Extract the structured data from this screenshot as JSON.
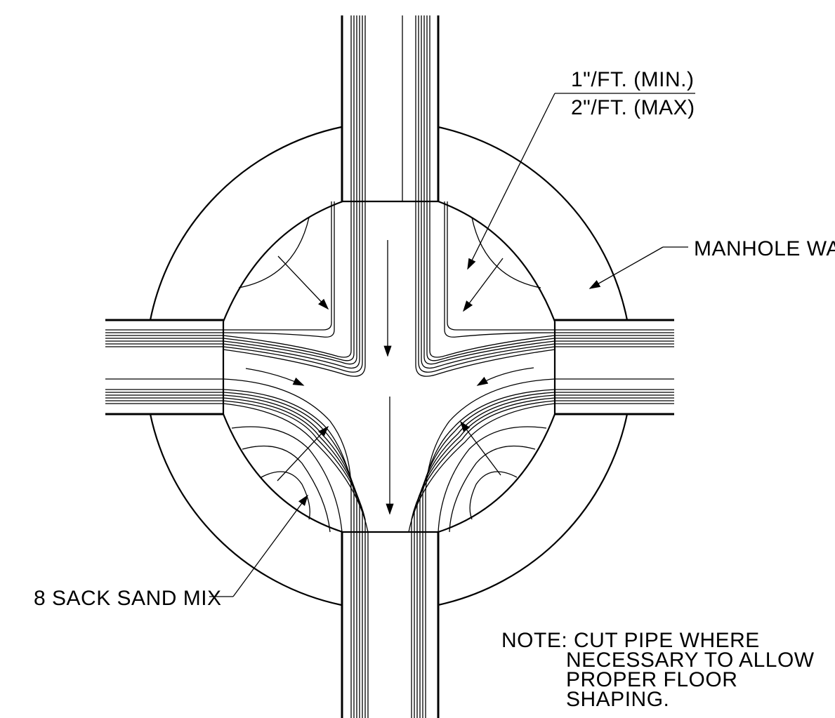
{
  "labels": {
    "slope_min": "1\"/FT. (MIN.)",
    "slope_max": "2\"/FT. (MAX)",
    "manhole_wall": "MANHOLE WALL",
    "sand_mix": "8 SACK SAND MIX",
    "note_line1": "NOTE: CUT PIPE WHERE",
    "note_line2": "NECESSARY TO ALLOW",
    "note_line3": "PROPER FLOOR",
    "note_line4": "SHAPING."
  },
  "colors": {
    "line": "#000000",
    "background": "#ffffff"
  }
}
